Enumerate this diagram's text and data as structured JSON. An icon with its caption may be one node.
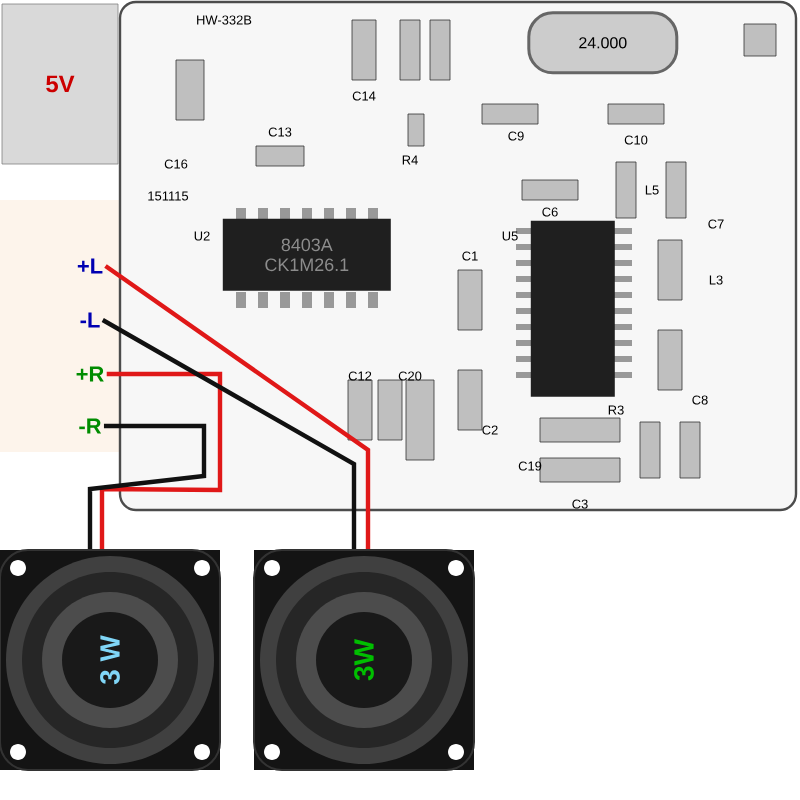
{
  "diagram": {
    "nodes": [
      {
        "text": [],
        "shape": "box"
      },
      {
        "text": [
          "5V"
        ]
      },
      {
        "text": [
          "+L"
        ]
      },
      {
        "text": [
          "-L"
        ]
      },
      {
        "text": [
          "+R"
        ]
      },
      {
        "text": [
          "-R"
        ]
      },
      {
        "text": [
          "8403A CK1M26.1"
        ],
        "in": 0
      },
      {
        "text": [
          "24.000"
        ],
        "in": 0
      },
      {
        "text": [],
        "shape": "box",
        "in": 0
      },
      {
        "text": [
          "3 W"
        ]
      },
      {
        "text": [
          "3W"
        ]
      }
    ],
    "edges": [
      {
        "from": 4,
        "to": 9,
        "arrow": "none",
        "color": "#e01818"
      },
      {
        "from": 5,
        "to": 9,
        "arrow": "none",
        "color": "#111111"
      },
      {
        "from": 2,
        "to": 10,
        "arrow": "none",
        "color": "#e01818"
      },
      {
        "from": 3,
        "to": 10,
        "arrow": "none",
        "color": "#111111"
      }
    ],
    "labels": [
      "HW-332B",
      "C16",
      "151115",
      "U2",
      "C13",
      "C14",
      "R4",
      "C9",
      "C10",
      "C6",
      "L5",
      "C7",
      "U5",
      "C1",
      "L3",
      "C8",
      "C2",
      "C3",
      "R3",
      "C12",
      "C20",
      "C19"
    ]
  }
}
